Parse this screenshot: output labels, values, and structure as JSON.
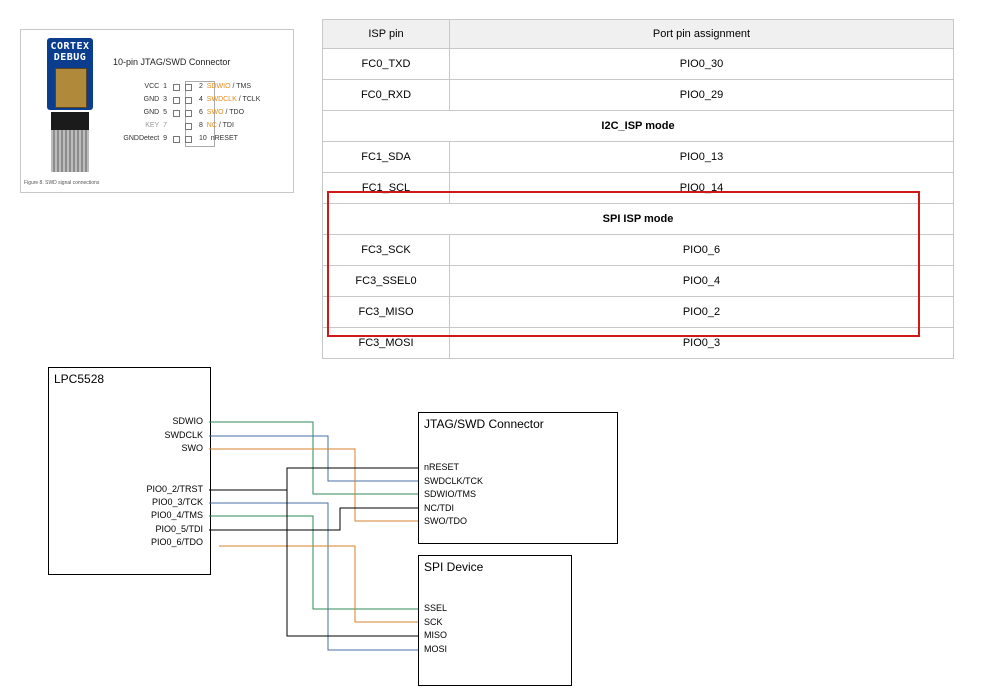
{
  "connector_figure": {
    "probe_text_1": "CORTEX",
    "probe_text_2": "DEBUG",
    "title": "10-pin JTAG/SWD Connector",
    "caption": "Figure 8. SWD signal connections",
    "pins": [
      {
        "l_name": "VCC",
        "l_num": "1",
        "r_num": "2",
        "r_sig": "SDWIO",
        "r_alt": "/ TMS"
      },
      {
        "l_name": "GND",
        "l_num": "3",
        "r_num": "4",
        "r_sig": "SWDCLK",
        "r_alt": "/ TCLK"
      },
      {
        "l_name": "GND",
        "l_num": "5",
        "r_num": "6",
        "r_sig": "SWO",
        "r_alt": "/ TDO"
      },
      {
        "l_name": "KEY",
        "l_num": "7",
        "r_num": "8",
        "r_sig": "NC",
        "r_alt": "/ TDI"
      },
      {
        "l_name": "GNDDetect",
        "l_num": "9",
        "r_num": "10",
        "r_sig": "",
        "r_alt": "nRESET"
      }
    ]
  },
  "isp_table": {
    "headers": [
      "ISP pin",
      "Port pin assignment"
    ],
    "rows": [
      {
        "pin": "FC0_TXD",
        "port": "PIO0_30"
      },
      {
        "pin": "FC0_RXD",
        "port": "PIO0_29"
      },
      {
        "section": "I2C_ISP mode"
      },
      {
        "pin": "FC1_SDA",
        "port": "PIO0_13"
      },
      {
        "pin": "FC1_SCL",
        "port": "PIO0_14"
      },
      {
        "section": "SPI ISP mode"
      },
      {
        "pin": "FC3_SCK",
        "port": "PIO0_6"
      },
      {
        "pin": "FC3_SSEL0",
        "port": "PIO0_4"
      },
      {
        "pin": "FC3_MISO",
        "port": "PIO0_2"
      },
      {
        "pin": "FC3_MOSI",
        "port": "PIO0_3"
      }
    ],
    "highlight_color": "#d01818"
  },
  "wiring": {
    "mcu": {
      "title": "LPC5528",
      "signals": [
        "SDWIO",
        "SWDCLK",
        "SWO",
        "PIO0_2/TRST",
        "PIO0_3/TCK",
        "PIO0_4/TMS",
        "PIO0_5/TDI",
        "PIO0_6/TDO"
      ]
    },
    "jtag": {
      "title": "JTAG/SWD Connector",
      "signals": [
        "nRESET",
        "SWDCLK/TCK",
        "SDWIO/TMS",
        "NC/TDI",
        "SWO/TDO"
      ]
    },
    "spi": {
      "title": "SPI Device",
      "signals": [
        "SSEL",
        "SCK",
        "MISO",
        "MOSI"
      ]
    },
    "colors": {
      "green": "#2e8b57",
      "blue": "#4a6fa5",
      "orange": "#d9822b",
      "black": "#000000"
    }
  }
}
